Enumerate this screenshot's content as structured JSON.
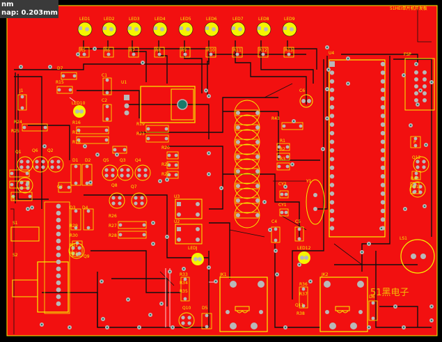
{
  "hud": {
    "line1": "nm",
    "line2": "nap: 0.203mm"
  },
  "board": {
    "title": "51黑电子",
    "corner_label": "51HEI单片机开发板",
    "colors": {
      "board": "#f21010",
      "background": "#000000",
      "silk": "#f5f500",
      "pad": "#b8b8b8",
      "drill": "#1a7a6a",
      "trace": "#101010",
      "highlight": "#ffffff"
    }
  },
  "components": {
    "leds": [
      "LED1",
      "LED2",
      "LED3",
      "LED4",
      "LED5",
      "LED6",
      "LED7",
      "LED8",
      "LED9"
    ],
    "resistors_row": [
      "R5",
      "R6",
      "R7",
      "R8",
      "R9",
      "R10",
      "R11",
      "R12",
      "R13"
    ],
    "labels": {
      "d7": "D7",
      "r15": "R15",
      "c1": "C1",
      "u1": "U1",
      "c2": "C2",
      "j1": "J1",
      "led10": "LED10",
      "r24": "R24",
      "r25": "R25",
      "r16": "R16",
      "r17": "R17",
      "r18": "R18",
      "r19": "R19",
      "r23": "R23",
      "r20": "R20",
      "r21": "R21",
      "r22": "R22",
      "q1": "Q1",
      "q2": "Q2",
      "q6": "Q6",
      "sj": "SJ",
      "d1": "D1",
      "d2": "D2",
      "c3": "C3",
      "q5": "Q5",
      "q3": "Q3",
      "q4": "Q4",
      "q7": "Q7",
      "q8": "Q8",
      "r26": "R26",
      "r27": "R27",
      "r28": "R28",
      "r29": "R29",
      "r30": "R30",
      "u2": "U2",
      "u3": "U3",
      "ledj": "LEDJ",
      "led12": "LED12",
      "c6": "C6",
      "u4": "U4",
      "fsp": "FSP",
      "r43": "R43",
      "r1": "R1",
      "r2": "R2",
      "r3": "R3",
      "y1": "Y1",
      "cy1": "CY1",
      "cy2": "CY2",
      "c4": "C4",
      "c5": "C5",
      "jk1": "JK1",
      "jk2": "JK2",
      "s1": "S1",
      "s2": "S2",
      "d3": "D3",
      "d4": "D4",
      "d5": "D5",
      "r31": "R31",
      "r32": "R32",
      "r33": "R33",
      "r34": "R34",
      "r35": "R35",
      "r36": "R36",
      "r37": "R37",
      "r38": "R38",
      "r40": "R40",
      "r41": "R41",
      "q9": "Q9",
      "q10": "Q10",
      "q11": "Q11",
      "q12": "Q12",
      "ls1": "LS1",
      "d6": "D6",
      "p": "P"
    }
  }
}
